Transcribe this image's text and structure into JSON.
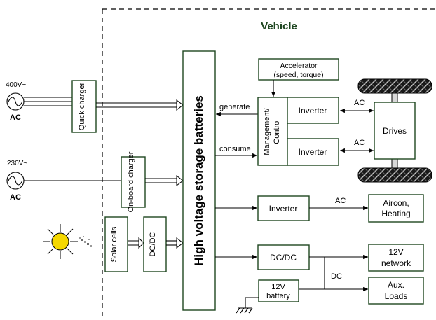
{
  "vehicle_label": "Vehicle",
  "sources": {
    "ac400": {
      "voltage": "400V~",
      "type": "AC"
    },
    "ac230": {
      "voltage": "230V~",
      "type": "AC"
    }
  },
  "boxes": {
    "quick_charger": "Quick charger",
    "onboard_charger": "On-board charger",
    "solar_cells": "Solar cells",
    "dcdc_solar": "DC/DC",
    "hv_batteries": "High voltage storage batteries",
    "accelerator_line1": "Accelerator",
    "accelerator_line2": "(speed, torque)",
    "management_line1": "Management/",
    "management_line2": "Control",
    "inverter_top": "Inverter",
    "inverter_bottom": "Inverter",
    "drives": "Drives",
    "inverter_aux": "Inverter",
    "aircon_line1": "Aircon,",
    "aircon_line2": "Heating",
    "dcdc_main": "DC/DC",
    "network_line1": "12V",
    "network_line2": "network",
    "battery_line1": "12V",
    "battery_line2": "battery",
    "aux_line1": "Aux.",
    "aux_line2": "Loads"
  },
  "labels": {
    "generate": "generate",
    "consume": "consume",
    "ac_top": "AC",
    "ac_bottom": "AC",
    "ac_aux": "AC",
    "dc": "DC"
  },
  "colors": {
    "box_border": "#1e4620",
    "line": "#000000",
    "sun": "#f5d800"
  }
}
